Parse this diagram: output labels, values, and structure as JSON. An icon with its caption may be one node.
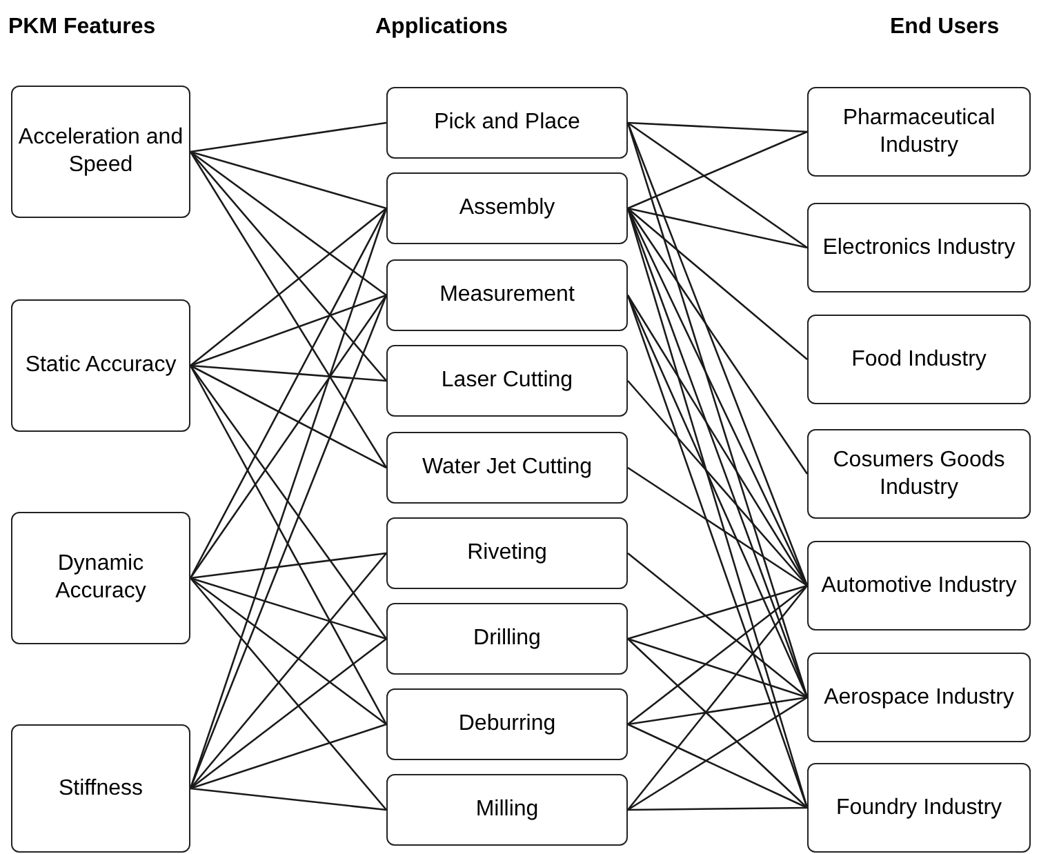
{
  "diagram": {
    "nodes": [
      {
        "text": [
          "Acceleration and Speed"
        ]
      },
      {
        "text": [
          "Static Accuracy"
        ]
      },
      {
        "text": [
          "Dynamic Accuracy"
        ]
      },
      {
        "text": [
          "Stiffness"
        ]
      },
      {
        "text": [
          "Pick and Place"
        ]
      },
      {
        "text": [
          "Assembly"
        ]
      },
      {
        "text": [
          "Measurement"
        ]
      },
      {
        "text": [
          "Laser Cutting"
        ]
      },
      {
        "text": [
          "Water Jet Cutting"
        ]
      },
      {
        "text": [
          "Riveting"
        ]
      },
      {
        "text": [
          "Drilling"
        ]
      },
      {
        "text": [
          "Deburring"
        ]
      },
      {
        "text": [
          "Milling"
        ]
      },
      {
        "text": [
          "Pharmaceutical Industry"
        ]
      },
      {
        "text": [
          "Electronics Industry"
        ]
      },
      {
        "text": [
          "Food Industry"
        ]
      },
      {
        "text": [
          "Cosumers Goods Industry"
        ]
      },
      {
        "text": [
          "Automotive Industry"
        ]
      },
      {
        "text": [
          "Aerospace Industry"
        ]
      },
      {
        "text": [
          "Foundry Industry"
        ]
      }
    ],
    "edges": [
      {
        "from": 0,
        "to": 4,
        "arrow": "none"
      },
      {
        "from": 0,
        "to": 5,
        "arrow": "none"
      },
      {
        "from": 0,
        "to": 6,
        "arrow": "none"
      },
      {
        "from": 0,
        "to": 7,
        "arrow": "none"
      },
      {
        "from": 0,
        "to": 8,
        "arrow": "none"
      },
      {
        "from": 1,
        "to": 5,
        "arrow": "none"
      },
      {
        "from": 1,
        "to": 6,
        "arrow": "none"
      },
      {
        "from": 1,
        "to": 7,
        "arrow": "none"
      },
      {
        "from": 1,
        "to": 8,
        "arrow": "none"
      },
      {
        "from": 1,
        "to": 10,
        "arrow": "none"
      },
      {
        "from": 1,
        "to": 11,
        "arrow": "none"
      },
      {
        "from": 2,
        "to": 5,
        "arrow": "none"
      },
      {
        "from": 2,
        "to": 6,
        "arrow": "none"
      },
      {
        "from": 2,
        "to": 9,
        "arrow": "none"
      },
      {
        "from": 2,
        "to": 10,
        "arrow": "none"
      },
      {
        "from": 2,
        "to": 11,
        "arrow": "none"
      },
      {
        "from": 2,
        "to": 12,
        "arrow": "none"
      },
      {
        "from": 3,
        "to": 5,
        "arrow": "none"
      },
      {
        "from": 3,
        "to": 6,
        "arrow": "none"
      },
      {
        "from": 3,
        "to": 9,
        "arrow": "none"
      },
      {
        "from": 3,
        "to": 10,
        "arrow": "none"
      },
      {
        "from": 3,
        "to": 11,
        "arrow": "none"
      },
      {
        "from": 3,
        "to": 12,
        "arrow": "none"
      },
      {
        "from": 4,
        "to": 13,
        "arrow": "none"
      },
      {
        "from": 4,
        "to": 14,
        "arrow": "none"
      },
      {
        "from": 4,
        "to": 17,
        "arrow": "none"
      },
      {
        "from": 4,
        "to": 18,
        "arrow": "none"
      },
      {
        "from": 5,
        "to": 13,
        "arrow": "none"
      },
      {
        "from": 5,
        "to": 14,
        "arrow": "none"
      },
      {
        "from": 5,
        "to": 15,
        "arrow": "none"
      },
      {
        "from": 5,
        "to": 16,
        "arrow": "none"
      },
      {
        "from": 5,
        "to": 17,
        "arrow": "none"
      },
      {
        "from": 5,
        "to": 18,
        "arrow": "none"
      },
      {
        "from": 5,
        "to": 19,
        "arrow": "none"
      },
      {
        "from": 6,
        "to": 17,
        "arrow": "none"
      },
      {
        "from": 6,
        "to": 18,
        "arrow": "none"
      },
      {
        "from": 6,
        "to": 19,
        "arrow": "none"
      },
      {
        "from": 7,
        "to": 17,
        "arrow": "none"
      },
      {
        "from": 8,
        "to": 17,
        "arrow": "none"
      },
      {
        "from": 9,
        "to": 18,
        "arrow": "none"
      },
      {
        "from": 10,
        "to": 17,
        "arrow": "none"
      },
      {
        "from": 10,
        "to": 18,
        "arrow": "none"
      },
      {
        "from": 10,
        "to": 19,
        "arrow": "none"
      },
      {
        "from": 11,
        "to": 17,
        "arrow": "none"
      },
      {
        "from": 11,
        "to": 18,
        "arrow": "none"
      },
      {
        "from": 11,
        "to": 19,
        "arrow": "none"
      },
      {
        "from": 12,
        "to": 17,
        "arrow": "none"
      },
      {
        "from": 12,
        "to": 18,
        "arrow": "none"
      },
      {
        "from": 12,
        "to": 19,
        "arrow": "none"
      }
    ],
    "labels": [
      "PKM Features",
      "Applications",
      "End Users"
    ]
  }
}
